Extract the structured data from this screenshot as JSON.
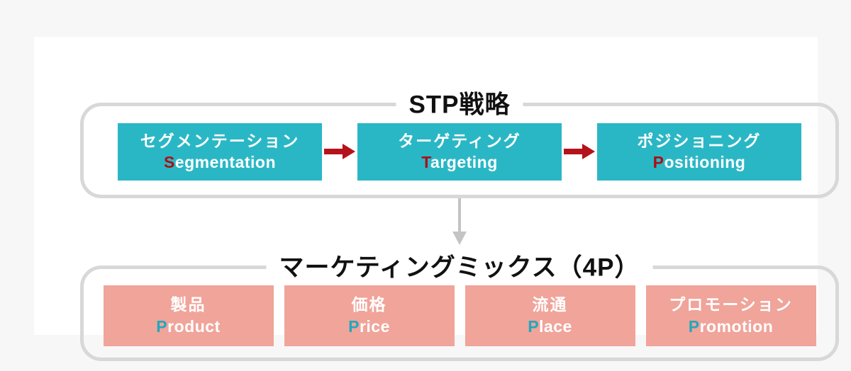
{
  "page": {
    "background_color": "#f7f7f8",
    "card_color": "#ffffff",
    "frame_border_color": "#d8d8d8"
  },
  "stp_section": {
    "title": "STP戦略",
    "box_color": "#2ab7c5",
    "box_text_color": "#ffffff",
    "initial_letter_color": "#a90f14",
    "arrow_color": "#b5121b",
    "boxes": [
      {
        "label_jp": "セグメンテーション",
        "initial": "S",
        "label_en_rest": "egmentation"
      },
      {
        "label_jp": "ターゲティング",
        "initial": "T",
        "label_en_rest": "argeting"
      },
      {
        "label_jp": "ポジショニング",
        "initial": "P",
        "label_en_rest": "ositioning"
      }
    ]
  },
  "connector": {
    "arrow_down_color": "#c4c4c4"
  },
  "mix_section": {
    "title": "マーケティングミックス（4P）",
    "box_color": "#f0a49a",
    "box_text_color": "#ffffff",
    "initial_letter_color": "#22a8bd",
    "boxes": [
      {
        "label_jp": "製品",
        "initial": "P",
        "label_en_rest": "roduct"
      },
      {
        "label_jp": "価格",
        "initial": "P",
        "label_en_rest": "rice"
      },
      {
        "label_jp": "流通",
        "initial": "P",
        "label_en_rest": "lace"
      },
      {
        "label_jp": "プロモーション",
        "initial": "P",
        "label_en_rest": "romotion"
      }
    ]
  }
}
